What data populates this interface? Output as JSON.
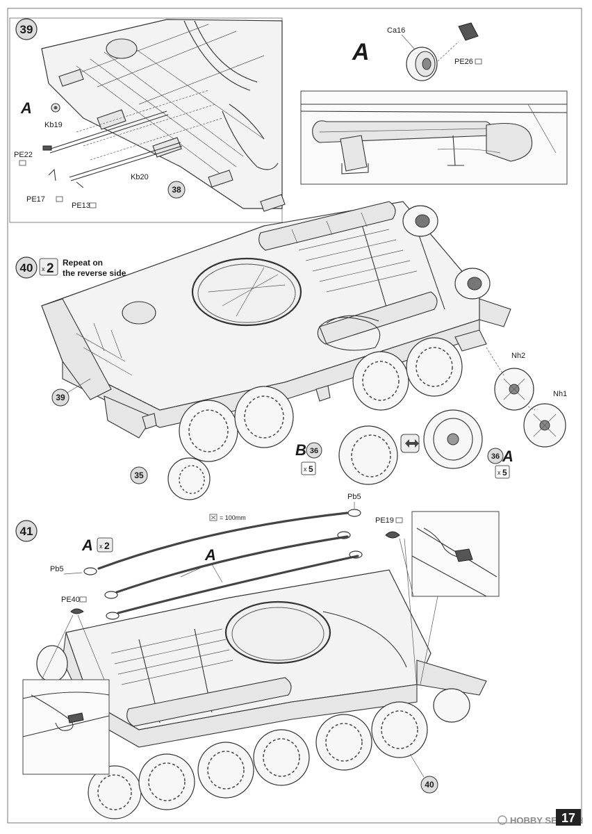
{
  "page_number": "17",
  "watermark": "HOBBY SEARCH",
  "steps": {
    "s39": {
      "number": "39",
      "letter_a": "A",
      "parts": {
        "kb19": "Kb19",
        "pe22": "PE22",
        "pe17": "PE17",
        "pe13": "PE13",
        "kb20": "Kb20"
      },
      "ref38": "38"
    },
    "detail_a": {
      "letter": "A",
      "parts": {
        "ca16": "Ca16",
        "pe26": "PE26"
      }
    },
    "s40": {
      "number": "40",
      "multiplier": "2",
      "repeat_line1": "Repeat on",
      "repeat_line2": "the reverse side",
      "parts": {
        "nh2": "Nh2",
        "nh1": "Nh1"
      },
      "ref39": "39",
      "ref35": "35",
      "wheel_b": {
        "letter": "B",
        "ref": "36",
        "qty": "5"
      },
      "wheel_a": {
        "letter": "A",
        "ref": "36",
        "qty": "5"
      }
    },
    "s41": {
      "number": "41",
      "letter_a": "A",
      "multiplier": "2",
      "letter_a2": "A",
      "length": "= 100mm",
      "parts": {
        "pb5_right": "Pb5",
        "pe19": "PE19",
        "pb5_left": "Pb5",
        "pe40": "PE40"
      },
      "ref40": "40"
    }
  },
  "icons": [
    "pe-photoetch-icon",
    "scissors-measure-icon",
    "reverse-side-arrow-icon"
  ]
}
